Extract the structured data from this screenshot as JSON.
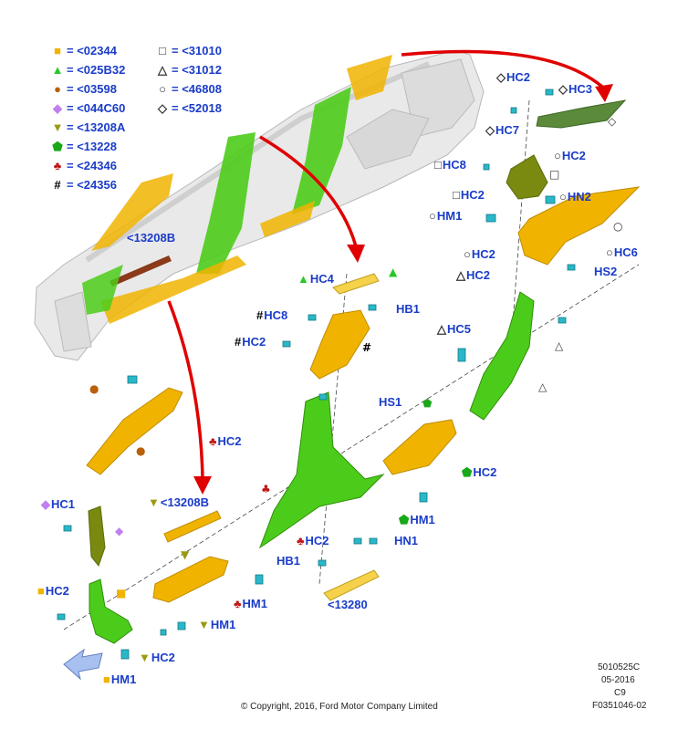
{
  "colors": {
    "label_blue": "#1a3cc8",
    "yellow_part": "#f0b400",
    "green_part": "#4ccc1a",
    "olive_part": "#8a9a20",
    "dark_green_part": "#5a8a3a",
    "brown_part": "#8b3a1a",
    "red_arrow": "#e00000",
    "fastener_cyan": "#2ab8c8"
  },
  "legend_left": [
    {
      "icon": "square-yellow-icon",
      "symbol": "■",
      "color": "#f0b400",
      "eq": "=",
      "code": "<02344"
    },
    {
      "icon": "triangle-green-icon",
      "symbol": "▲",
      "color": "#28c828",
      "eq": "=",
      "code": "<025B32"
    },
    {
      "icon": "circle-brown-icon",
      "symbol": "●",
      "color": "#b8600a",
      "eq": "=",
      "code": "<03598"
    },
    {
      "icon": "diamond-purple-icon",
      "symbol": "◆",
      "color": "#c080f0",
      "eq": "=",
      "code": "<044C60"
    },
    {
      "icon": "triangle-down-olive-icon",
      "symbol": "▼",
      "color": "#9a9a10",
      "eq": "=",
      "code": "<13208A"
    },
    {
      "icon": "pentagon-green-icon",
      "symbol": "⬟",
      "color": "#18a818",
      "eq": "=",
      "code": "<13228"
    },
    {
      "icon": "club-red-icon",
      "symbol": "♣",
      "color": "#c01818",
      "eq": "=",
      "code": "<24346"
    },
    {
      "icon": "hash-icon",
      "symbol": "#",
      "color": "#000000",
      "eq": "=",
      "code": "<24356"
    }
  ],
  "legend_right": [
    {
      "icon": "square-outline-icon",
      "symbol": "□",
      "color": "#333333",
      "eq": "=",
      "code": "<31010"
    },
    {
      "icon": "triangle-outline-icon",
      "symbol": "△",
      "color": "#333333",
      "eq": "=",
      "code": "<31012"
    },
    {
      "icon": "circle-outline-icon",
      "symbol": "○",
      "color": "#333333",
      "eq": "=",
      "code": "<46808"
    },
    {
      "icon": "diamond-outline-icon",
      "symbol": "◇",
      "color": "#333333",
      "eq": "=",
      "code": "<52018"
    }
  ],
  "callouts": [
    {
      "symbol": "◇",
      "sym_color": "#333333",
      "text": "HC2"
    },
    {
      "symbol": "◇",
      "sym_color": "#333333",
      "text": "HC3"
    },
    {
      "symbol": "◇",
      "sym_color": "#333333",
      "text": "HC7"
    },
    {
      "symbol": "○",
      "sym_color": "#333333",
      "text": "HC2"
    },
    {
      "symbol": "□",
      "sym_color": "#333333",
      "text": "HC8"
    },
    {
      "symbol": "□",
      "sym_color": "#333333",
      "text": "HC2"
    },
    {
      "symbol": "○",
      "sym_color": "#333333",
      "text": "HN2"
    },
    {
      "symbol": "○",
      "sym_color": "#333333",
      "text": "HM1"
    },
    {
      "symbol": "○",
      "sym_color": "#333333",
      "text": "HC2"
    },
    {
      "symbol": "○",
      "sym_color": "#333333",
      "text": "HC6"
    },
    {
      "symbol": "",
      "sym_color": "#333333",
      "text": "HS2"
    },
    {
      "symbol": "△",
      "sym_color": "#333333",
      "text": "HC2"
    },
    {
      "symbol": "△",
      "sym_color": "#333333",
      "text": "HC5"
    },
    {
      "symbol": "▲",
      "sym_color": "#28c828",
      "text": "HC4"
    },
    {
      "symbol": "",
      "sym_color": "#333333",
      "text": "HB1"
    },
    {
      "symbol": "#",
      "sym_color": "#000000",
      "text": "HC8"
    },
    {
      "symbol": "#",
      "sym_color": "#000000",
      "text": "HC2"
    },
    {
      "symbol": "",
      "sym_color": "#333333",
      "text": "HS1"
    },
    {
      "symbol": "",
      "sym_color": "#333333",
      "text": "<13208B"
    },
    {
      "symbol": "♣",
      "sym_color": "#c01818",
      "text": "HC2"
    },
    {
      "symbol": "",
      "sym_color": "#333333",
      "text": "HC2"
    },
    {
      "symbol": "⬟",
      "sym_color": "#18a818",
      "text": "HM1"
    },
    {
      "symbol": "♣",
      "sym_color": "#c01818",
      "text": "HC2"
    },
    {
      "symbol": "",
      "sym_color": "#333333",
      "text": "HN1"
    },
    {
      "symbol": "",
      "sym_color": "#333333",
      "text": "HB1"
    },
    {
      "symbol": "",
      "sym_color": "#333333",
      "text": "<13280"
    },
    {
      "symbol": "♣",
      "sym_color": "#c01818",
      "text": "HM1"
    },
    {
      "symbol": "◆",
      "sym_color": "#c080f0",
      "text": "HC1"
    },
    {
      "symbol": "▼",
      "sym_color": "#9a9a10",
      "text": "<13208B"
    },
    {
      "symbol": "■",
      "sym_color": "#f0b400",
      "text": "HC2"
    },
    {
      "symbol": "▼",
      "sym_color": "#9a9a10",
      "text": "HM1"
    },
    {
      "symbol": "▼",
      "sym_color": "#9a9a10",
      "text": "HC2"
    },
    {
      "symbol": "■",
      "sym_color": "#f0b400",
      "text": "HM1"
    }
  ],
  "footer": {
    "copyright": "© Copyright, 2016, Ford Motor Company Limited",
    "doc_number": "5010525C",
    "date": "05-2016",
    "revision": "C9",
    "figure_id": "F0351046-02"
  }
}
